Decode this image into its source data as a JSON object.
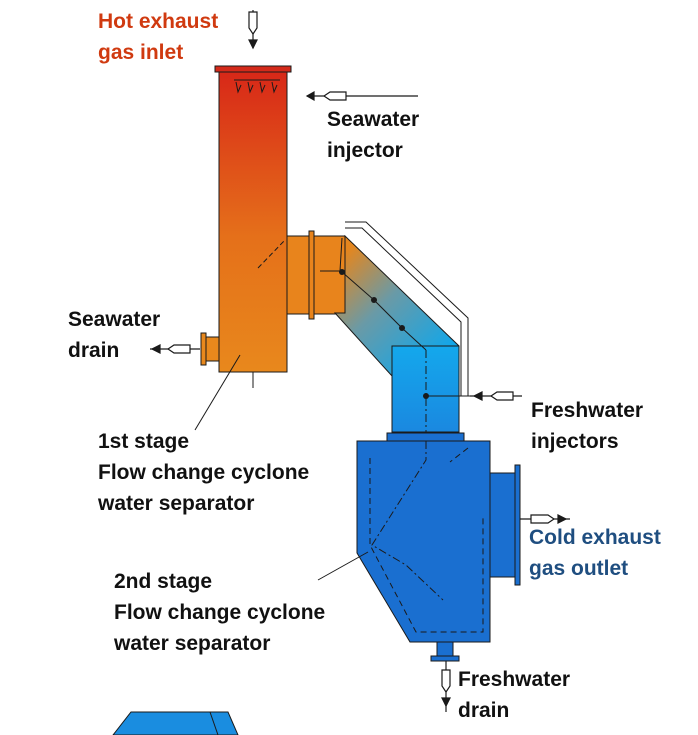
{
  "labels": {
    "hot_inlet": {
      "line1": "Hot exhaust",
      "line2": "gas inlet"
    },
    "seawater_injector": {
      "line1": "Seawater",
      "line2": "injector"
    },
    "seawater_drain": {
      "line1": "Seawater",
      "line2": "drain"
    },
    "first_stage": {
      "line1": "1st stage",
      "line2": "Flow change cyclone",
      "line3": "water separator"
    },
    "freshwater_injectors": {
      "line1": "Freshwater",
      "line2": "injectors"
    },
    "cold_outlet": {
      "line1": "Cold exhaust",
      "line2": "gas outlet"
    },
    "second_stage": {
      "line1": "2nd stage",
      "line2": "Flow change cyclone",
      "line3": "water separator"
    },
    "freshwater_drain": {
      "line1": "Freshwater",
      "line2": "drain"
    }
  },
  "colors": {
    "hot": "#d42a1a",
    "warm": "#e8851a",
    "cold": "#1a6fd0",
    "outline": "#1a1a1a",
    "hot_label": "#d03a10",
    "cold_label": "#1f4e80",
    "label": "#111111"
  }
}
